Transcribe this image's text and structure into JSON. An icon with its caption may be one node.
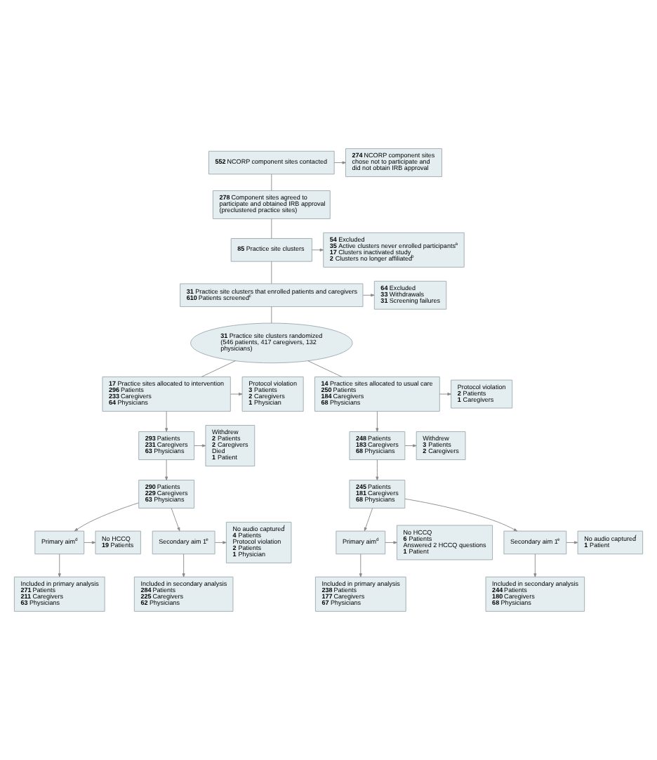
{
  "diagram": {
    "nodes": [
      {
        "text": [
          "**552** NCORP component sites contacted"
        ]
      },
      {
        "text": [
          "**274** NCORP component sites chose not to participate and did not obtain IRB approval"
        ]
      },
      {
        "text": [
          "**278** Component sites agreed to participate and obtained IRB approval (preclustered practice sites)"
        ]
      },
      {
        "text": [
          "**85** Practice site clusters"
        ]
      },
      {
        "text": [
          "**54** Excluded",
          "**35** Active clusters never enrolled participants$^{a}$",
          "**17** Clusters inactivated study",
          "**2** Clusters no longer affiliated$^{b}$"
        ]
      },
      {
        "text": [
          "**31** Practice site clusters that enrolled patients and caregivers",
          "**610** Patients screened$^{c}$"
        ]
      },
      {
        "text": [
          "**64** Excluded",
          "**33** Withdrawals",
          "**31** Screening failures"
        ]
      },
      {
        "text": [
          "**31** Practice site clusters randomized (546 patients, 417 caregivers, 132 physicians)"
        ]
      },
      {
        "text": [
          "**17** Practice sites allocated to intervention",
          "**296** Patients",
          "**233** Caregivers",
          "**64** Physicians"
        ]
      },
      {
        "text": [
          "**14** Practice sites allocated to usual care",
          "**250** Patients",
          "**184** Caregivers",
          "**68** Physicians"
        ]
      },
      {
        "text": [
          "Protocol violation",
          "**3** Patients",
          "**2** Caregivers",
          "**1** Physician"
        ]
      },
      {
        "text": [
          "**293** Patients",
          "**231** Caregivers",
          "**63** Physicians"
        ]
      },
      {
        "text": [
          "Withdrew",
          "**2** Patients",
          "**2** Caregivers",
          "Died",
          "**1** Patient"
        ]
      },
      {
        "text": [
          "**290** Patients",
          "**229** Caregivers",
          "**63** Physicians"
        ]
      },
      {
        "text": [
          "Primary aim$^{d}$"
        ]
      },
      {
        "text": [
          "Secondary aim 1$^{e}$"
        ]
      },
      {
        "text": [
          "No HCCQ",
          "**19** Patients"
        ]
      },
      {
        "text": [
          "No audio captured$^{f}$",
          "**4** Patients",
          "Protocol violation",
          "**2** Patients",
          "**1** Physician"
        ]
      },
      {
        "text": [
          "Included in primary analysis",
          "**271** Patients",
          "**211** Caregivers",
          "**63** Physicians"
        ]
      },
      {
        "text": [
          "Included in secondary analysis",
          "**284** Patients",
          "**225** Caregivers",
          "**62** Physicians"
        ]
      },
      {
        "text": [
          "Protocol violation",
          "**2** Patients",
          "**1** Caregivers"
        ]
      },
      {
        "text": [
          "**248** Patients",
          "**183** Caregivers",
          "**68** Physicians"
        ]
      },
      {
        "text": [
          "Withdrew",
          "**3** Patients",
          "**2** Caregivers"
        ]
      },
      {
        "text": [
          "**245** Patients",
          "**181** Caregivers",
          "**68** Physicians"
        ]
      },
      {
        "text": [
          "Primary aim$^{d}$"
        ]
      },
      {
        "text": [
          "Secondary aim 1$^{e}$"
        ]
      },
      {
        "text": [
          "No HCCQ",
          "**6** Patients",
          "Answered 2 HCCQ questions",
          "**1** Patient"
        ]
      },
      {
        "text": [
          "No audio captured$^{f}$",
          "**1** Patient"
        ]
      },
      {
        "text": [
          "Included in primary analysis",
          "**238** Patients",
          "**177** Caregivers",
          "**67** Physicians"
        ]
      },
      {
        "text": [
          "Included in secondary analysis",
          "**244** Patients",
          "**180** Caregivers",
          "**68** Physicians"
        ]
      }
    ],
    "edges": [
      {
        "from": 0,
        "to": 1,
        "arrow": "to"
      },
      {
        "from": 0,
        "to": 2,
        "arrow": "none"
      },
      {
        "from": 2,
        "to": 3,
        "arrow": "none"
      },
      {
        "from": 3,
        "to": 4,
        "arrow": "to"
      },
      {
        "from": 3,
        "to": 5,
        "arrow": "none"
      },
      {
        "from": 5,
        "to": 6,
        "arrow": "to"
      },
      {
        "from": 5,
        "to": 7,
        "arrow": "none"
      },
      {
        "from": 7,
        "to": 8,
        "arrow": "none"
      },
      {
        "from": 7,
        "to": 9,
        "arrow": "none"
      },
      {
        "from": 8,
        "to": 10,
        "arrow": "to"
      },
      {
        "from": 8,
        "to": 11,
        "arrow": "to"
      },
      {
        "from": 11,
        "to": 12,
        "arrow": "to"
      },
      {
        "from": 11,
        "to": 13,
        "arrow": "to"
      },
      {
        "from": 13,
        "to": 14,
        "arrow": "to"
      },
      {
        "from": 13,
        "to": 15,
        "arrow": "to"
      },
      {
        "from": 14,
        "to": 16,
        "arrow": "to"
      },
      {
        "from": 14,
        "to": 18,
        "arrow": "to"
      },
      {
        "from": 15,
        "to": 17,
        "arrow": "to"
      },
      {
        "from": 15,
        "to": 19,
        "arrow": "to"
      },
      {
        "from": 9,
        "to": 20,
        "arrow": "to"
      },
      {
        "from": 9,
        "to": 21,
        "arrow": "to"
      },
      {
        "from": 21,
        "to": 22,
        "arrow": "to"
      },
      {
        "from": 21,
        "to": 23,
        "arrow": "to"
      },
      {
        "from": 23,
        "to": 24,
        "arrow": "to"
      },
      {
        "from": 23,
        "to": 25,
        "arrow": "to"
      },
      {
        "from": 24,
        "to": 26,
        "arrow": "to"
      },
      {
        "from": 24,
        "to": 28,
        "arrow": "to"
      },
      {
        "from": 25,
        "to": 27,
        "arrow": "to"
      },
      {
        "from": 25,
        "to": 29,
        "arrow": "to"
      }
    ]
  }
}
